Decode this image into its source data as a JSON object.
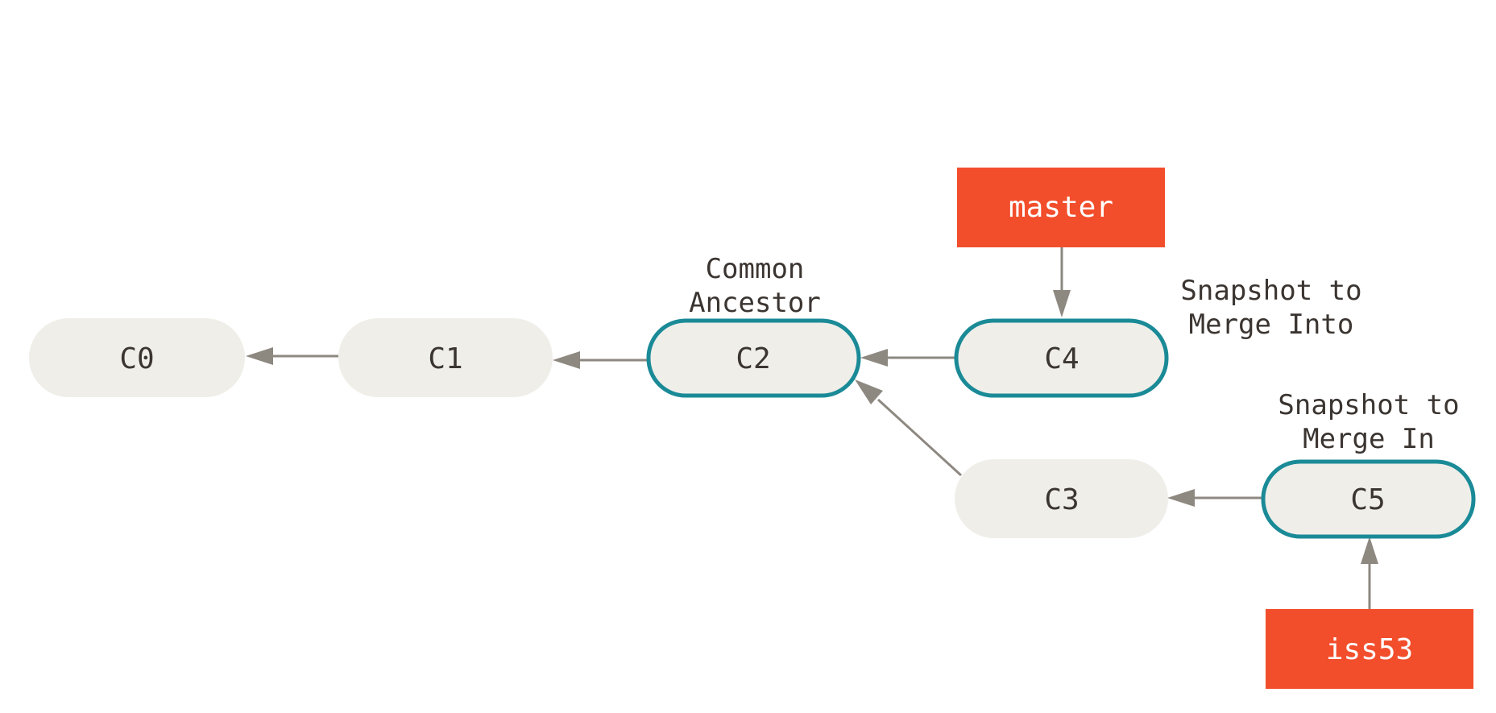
{
  "commits": [
    {
      "id": "c0",
      "label": "C0",
      "highlighted": false
    },
    {
      "id": "c1",
      "label": "C1",
      "highlighted": false
    },
    {
      "id": "c2",
      "label": "C2",
      "highlighted": true
    },
    {
      "id": "c3",
      "label": "C3",
      "highlighted": false
    },
    {
      "id": "c4",
      "label": "C4",
      "highlighted": true
    },
    {
      "id": "c5",
      "label": "C5",
      "highlighted": true
    }
  ],
  "branches": [
    {
      "id": "master",
      "label": "master"
    },
    {
      "id": "iss53",
      "label": "iss53"
    }
  ],
  "annotations": {
    "common_ancestor": [
      "Common",
      "Ancestor"
    ],
    "merge_into": [
      "Snapshot to",
      "Merge Into"
    ],
    "merge_in": [
      "Snapshot to",
      "Merge In"
    ]
  },
  "colors": {
    "commit_fill": "#efeee9",
    "highlight_stroke": "#1a8a97",
    "branch_fill": "#f24e2c",
    "arrow": "#8d8880",
    "text": "#3b3531"
  }
}
